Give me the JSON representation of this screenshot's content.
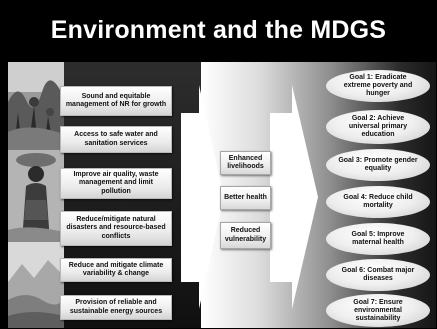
{
  "title": "Environment and the MDGS",
  "inputs": [
    "Sound and equitable management of NR for growth",
    "Access to safe water and sanitation services",
    "Improve air quality, waste management and limit pollution",
    "Reduce/mitigate natural disasters and resource-based conflicts",
    "Reduce and mitigate climate variability & change",
    "Provision of reliable and sustainable energy sources"
  ],
  "outcomes": [
    "Enhanced livelihoods",
    "Better health",
    "Reduced vulnerability"
  ],
  "goals": [
    "Goal 1: Eradicate extreme poverty and hunger",
    "Goal 2: Achieve universal primary education",
    "Goal 3: Promote gender equality",
    "Goal 4: Reduce child mortality",
    "Goal 5: Improve maternal health",
    "Goal 6: Combat major diseases",
    "Goal 7: Ensure environmental sustainability"
  ]
}
